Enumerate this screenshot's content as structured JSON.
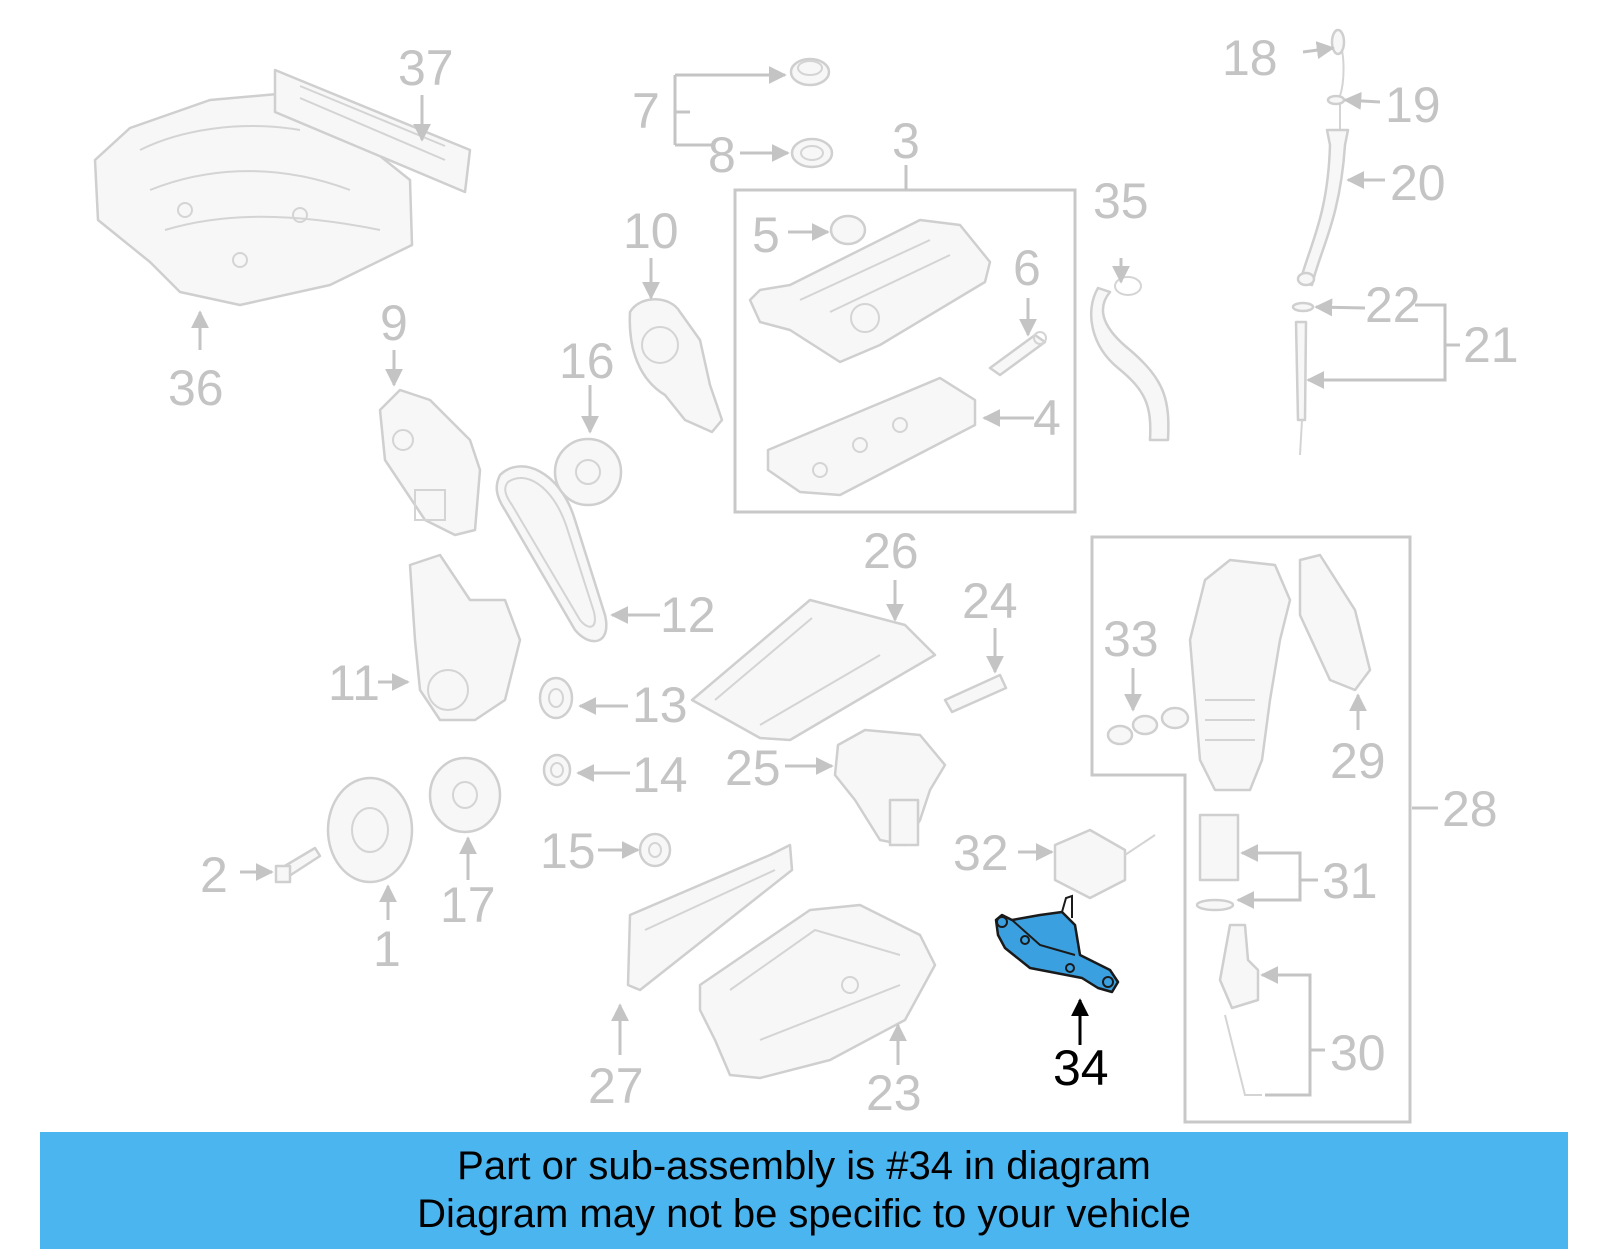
{
  "callouts": [
    "37",
    "7",
    "8",
    "3",
    "18",
    "19",
    "20",
    "35",
    "5",
    "6",
    "10",
    "22",
    "21",
    "36",
    "9",
    "16",
    "4",
    "26",
    "12",
    "24",
    "33",
    "29",
    "11",
    "13",
    "25",
    "28",
    "14",
    "15",
    "32",
    "2",
    "17",
    "31",
    "1",
    "27",
    "23",
    "30",
    "34"
  ],
  "highlighted_part": "34",
  "banner": {
    "line1": "Part or sub-assembly is #34 in diagram",
    "line2": "Diagram may not be specific to your vehicle"
  },
  "colors": {
    "highlight": "#3ba0df",
    "banner": "#4bb5ef",
    "line_art": "#c4c4c4"
  }
}
